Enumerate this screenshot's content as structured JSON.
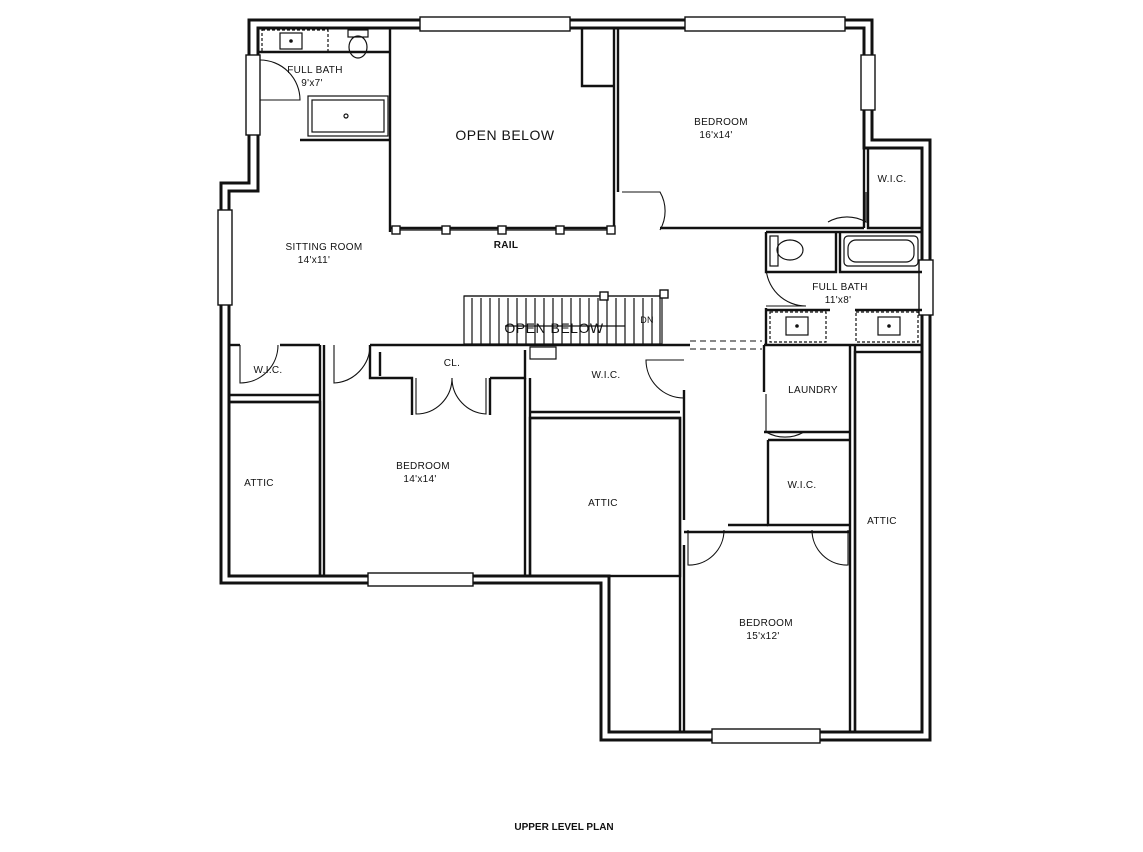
{
  "plan": {
    "title": "UPPER LEVEL PLAN",
    "rooms": {
      "bath1": {
        "name": "FULL BATH",
        "dims": "9'x7'"
      },
      "open1": {
        "name": "OPEN BELOW"
      },
      "bed1": {
        "name": "BEDROOM",
        "dims": "16'x14'"
      },
      "wic1": {
        "name": "W.I.C."
      },
      "sitting": {
        "name": "SITTING ROOM",
        "dims": "14'x11'"
      },
      "rail": {
        "name": "RAIL"
      },
      "bath2": {
        "name": "FULL BATH",
        "dims": "11'x8'"
      },
      "open2": {
        "name": "OPEN BELOW"
      },
      "dn": {
        "name": "DN"
      },
      "wic2": {
        "name": "W.I.C."
      },
      "closet": {
        "name": "CL."
      },
      "wic3": {
        "name": "W.I.C."
      },
      "laundry": {
        "name": "LAUNDRY"
      },
      "attic1": {
        "name": "ATTIC"
      },
      "bed2": {
        "name": "BEDROOM",
        "dims": "14'x14'"
      },
      "attic2": {
        "name": "ATTIC"
      },
      "wic4": {
        "name": "W.I.C."
      },
      "attic3": {
        "name": "ATTIC"
      },
      "bed3": {
        "name": "BEDROOM",
        "dims": "15'x12'"
      }
    }
  }
}
